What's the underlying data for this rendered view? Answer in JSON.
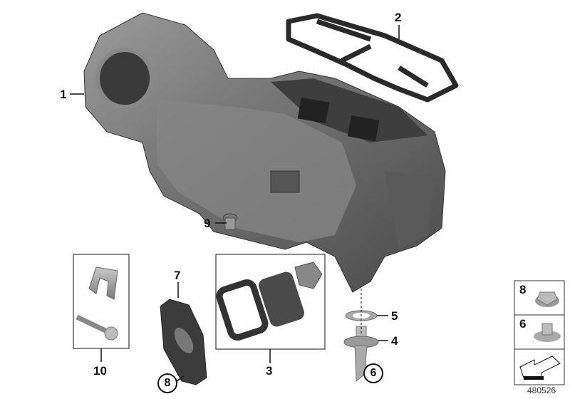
{
  "callouts": {
    "c1": "1",
    "c2": "2",
    "c3": "3",
    "c4": "4",
    "c5": "5",
    "c6": "6",
    "c7": "7",
    "c8": "8",
    "c9": "9",
    "c10": "10"
  },
  "legend_box": {
    "item_a": "8",
    "item_b": "6",
    "arrow_icon": "direction-arrow-icon"
  },
  "diagram_id": "480526",
  "colors": {
    "part_dark": "#4a4a4a",
    "part_mid": "#7d7d7d",
    "part_light": "#b9b9b9",
    "line": "#111111"
  }
}
